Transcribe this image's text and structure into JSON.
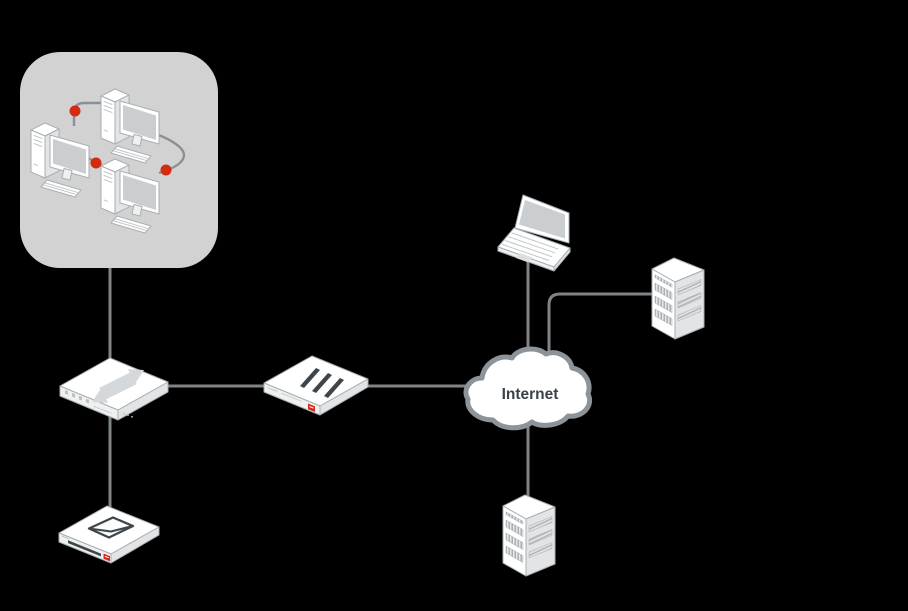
{
  "internet_label": "Internet",
  "colors": {
    "bg": "#000000",
    "lanbox": "#d2d2d2",
    "line": "#7f8488",
    "wire": "#8a9094",
    "outline": "#a8afb3",
    "white": "#ffffff",
    "face": "#eff1f1",
    "face2": "#e2e4e5",
    "screen": "#cbced0",
    "dark": "#3f464b",
    "red": "#d32a12",
    "cloudstroke": "#8d9499",
    "text": "#3b4148"
  },
  "nodes": [
    {
      "name": "lan-workstations",
      "icon": "desktop-pc-network-icon"
    },
    {
      "name": "network-switch",
      "icon": "transfer-arrows-switch-icon"
    },
    {
      "name": "firewall-appliance",
      "icon": "fortigate-appliance-icon"
    },
    {
      "name": "internet-cloud",
      "icon": "cloud-icon",
      "label": "Internet"
    },
    {
      "name": "laptop",
      "icon": "laptop-icon"
    },
    {
      "name": "server-right",
      "icon": "server-tower-icon"
    },
    {
      "name": "server-bottom",
      "icon": "server-tower-icon"
    },
    {
      "name": "mail-security-appliance",
      "icon": "envelope-appliance-icon"
    }
  ]
}
